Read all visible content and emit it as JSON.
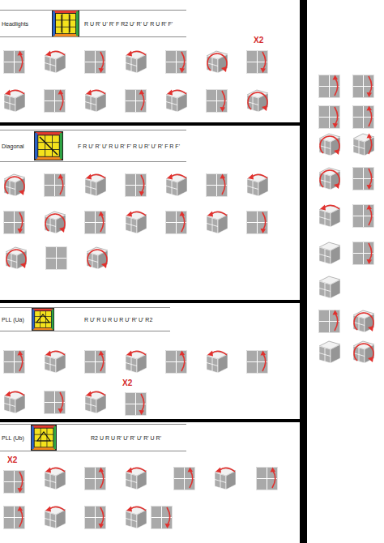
{
  "diagram": {
    "nodes": [
      {
        "text": [
          "Headlights",
          "R U R' U' R' F R2 U' R' U' R U R' F'"
        ]
      },
      {
        "text": [
          "Diagonal",
          "F R U' R' U' R U R' F' R U R' U' R' F R F'"
        ]
      },
      {
        "text": [
          "PLL (Ua)",
          "R U' R U R U R U' R' U' R2"
        ]
      },
      {
        "text": [
          "PLL (Ub)",
          "R2 U R U R' U' R' U' R' U R'"
        ]
      }
    ],
    "labels": [
      "X2",
      "X2",
      "X2"
    ]
  }
}
